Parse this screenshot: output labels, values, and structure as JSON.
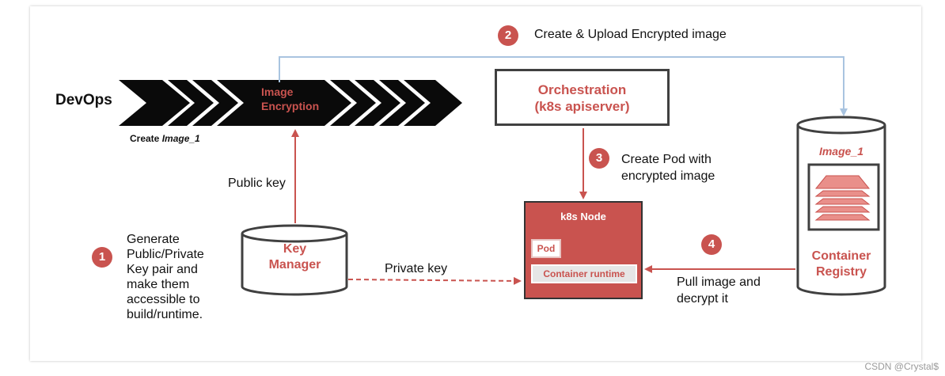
{
  "devops_label": "DevOps",
  "image_encryption": [
    "Image",
    "Encryption"
  ],
  "create_image": {
    "prefix": "Create",
    "name": "Image_1"
  },
  "public_key": "Public key",
  "private_key": "Private key",
  "key_manager": [
    "Key",
    "Manager"
  ],
  "orchestration": [
    "Orchestration",
    "(k8s apiserver)"
  ],
  "k8s_node": {
    "title": "k8s Node",
    "pod": "Pod",
    "runtime": "Container runtime"
  },
  "registry": {
    "image": "Image_1",
    "name": [
      "Container",
      "Registry"
    ]
  },
  "steps": [
    {
      "num": "1",
      "text": [
        "Generate",
        "Public/Private",
        "Key pair and",
        "make them",
        "accessible to",
        "build/runtime."
      ]
    },
    {
      "num": "2",
      "text": [
        "Create & Upload Encrypted image"
      ]
    },
    {
      "num": "3",
      "text": [
        "Create Pod with",
        "encrypted image"
      ]
    },
    {
      "num": "4",
      "text": [
        "Pull image and",
        "decrypt it"
      ]
    }
  ],
  "colors": {
    "accent": "#c9534f",
    "connector_blue": "#a9c4e0",
    "dark": "#404040"
  },
  "watermark": "CSDN @Crystal$"
}
